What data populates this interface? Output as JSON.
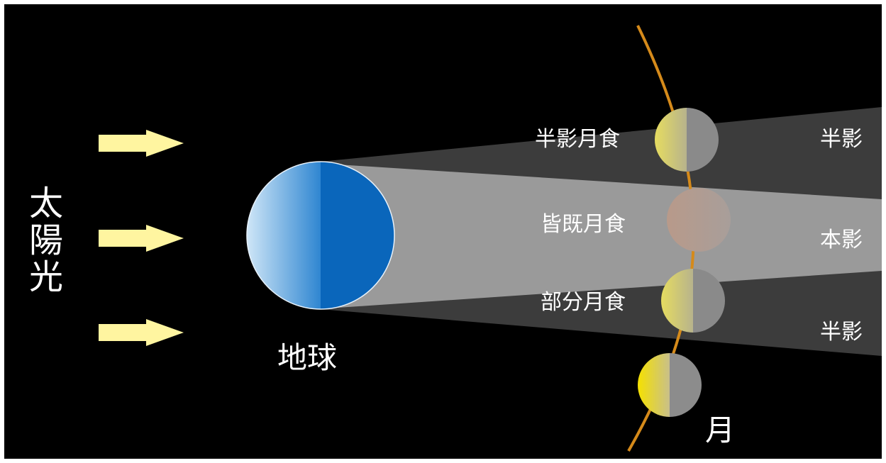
{
  "labels": {
    "sunlight": "太陽光",
    "earth": "地球",
    "moon": "月",
    "penumbral_eclipse": "半影月食",
    "total_eclipse": "皆既月食",
    "partial_eclipse": "部分月食",
    "penumbra_top": "半影",
    "umbra": "本影",
    "penumbra_bottom": "半影"
  },
  "colors": {
    "background": "#000000",
    "sun_arrow": "#fff5a0",
    "earth_light": "#cfe6f7",
    "earth_dark": "#0a66bb",
    "penumbra": "#3c3c3c",
    "umbra": "#9a9a9a",
    "orbit": "#d58a1a",
    "moon_lit": "#f5e100",
    "moon_dark": "#8c8c8c",
    "moon_eclipsed": "#b59a8e",
    "text": "#ffffff"
  }
}
